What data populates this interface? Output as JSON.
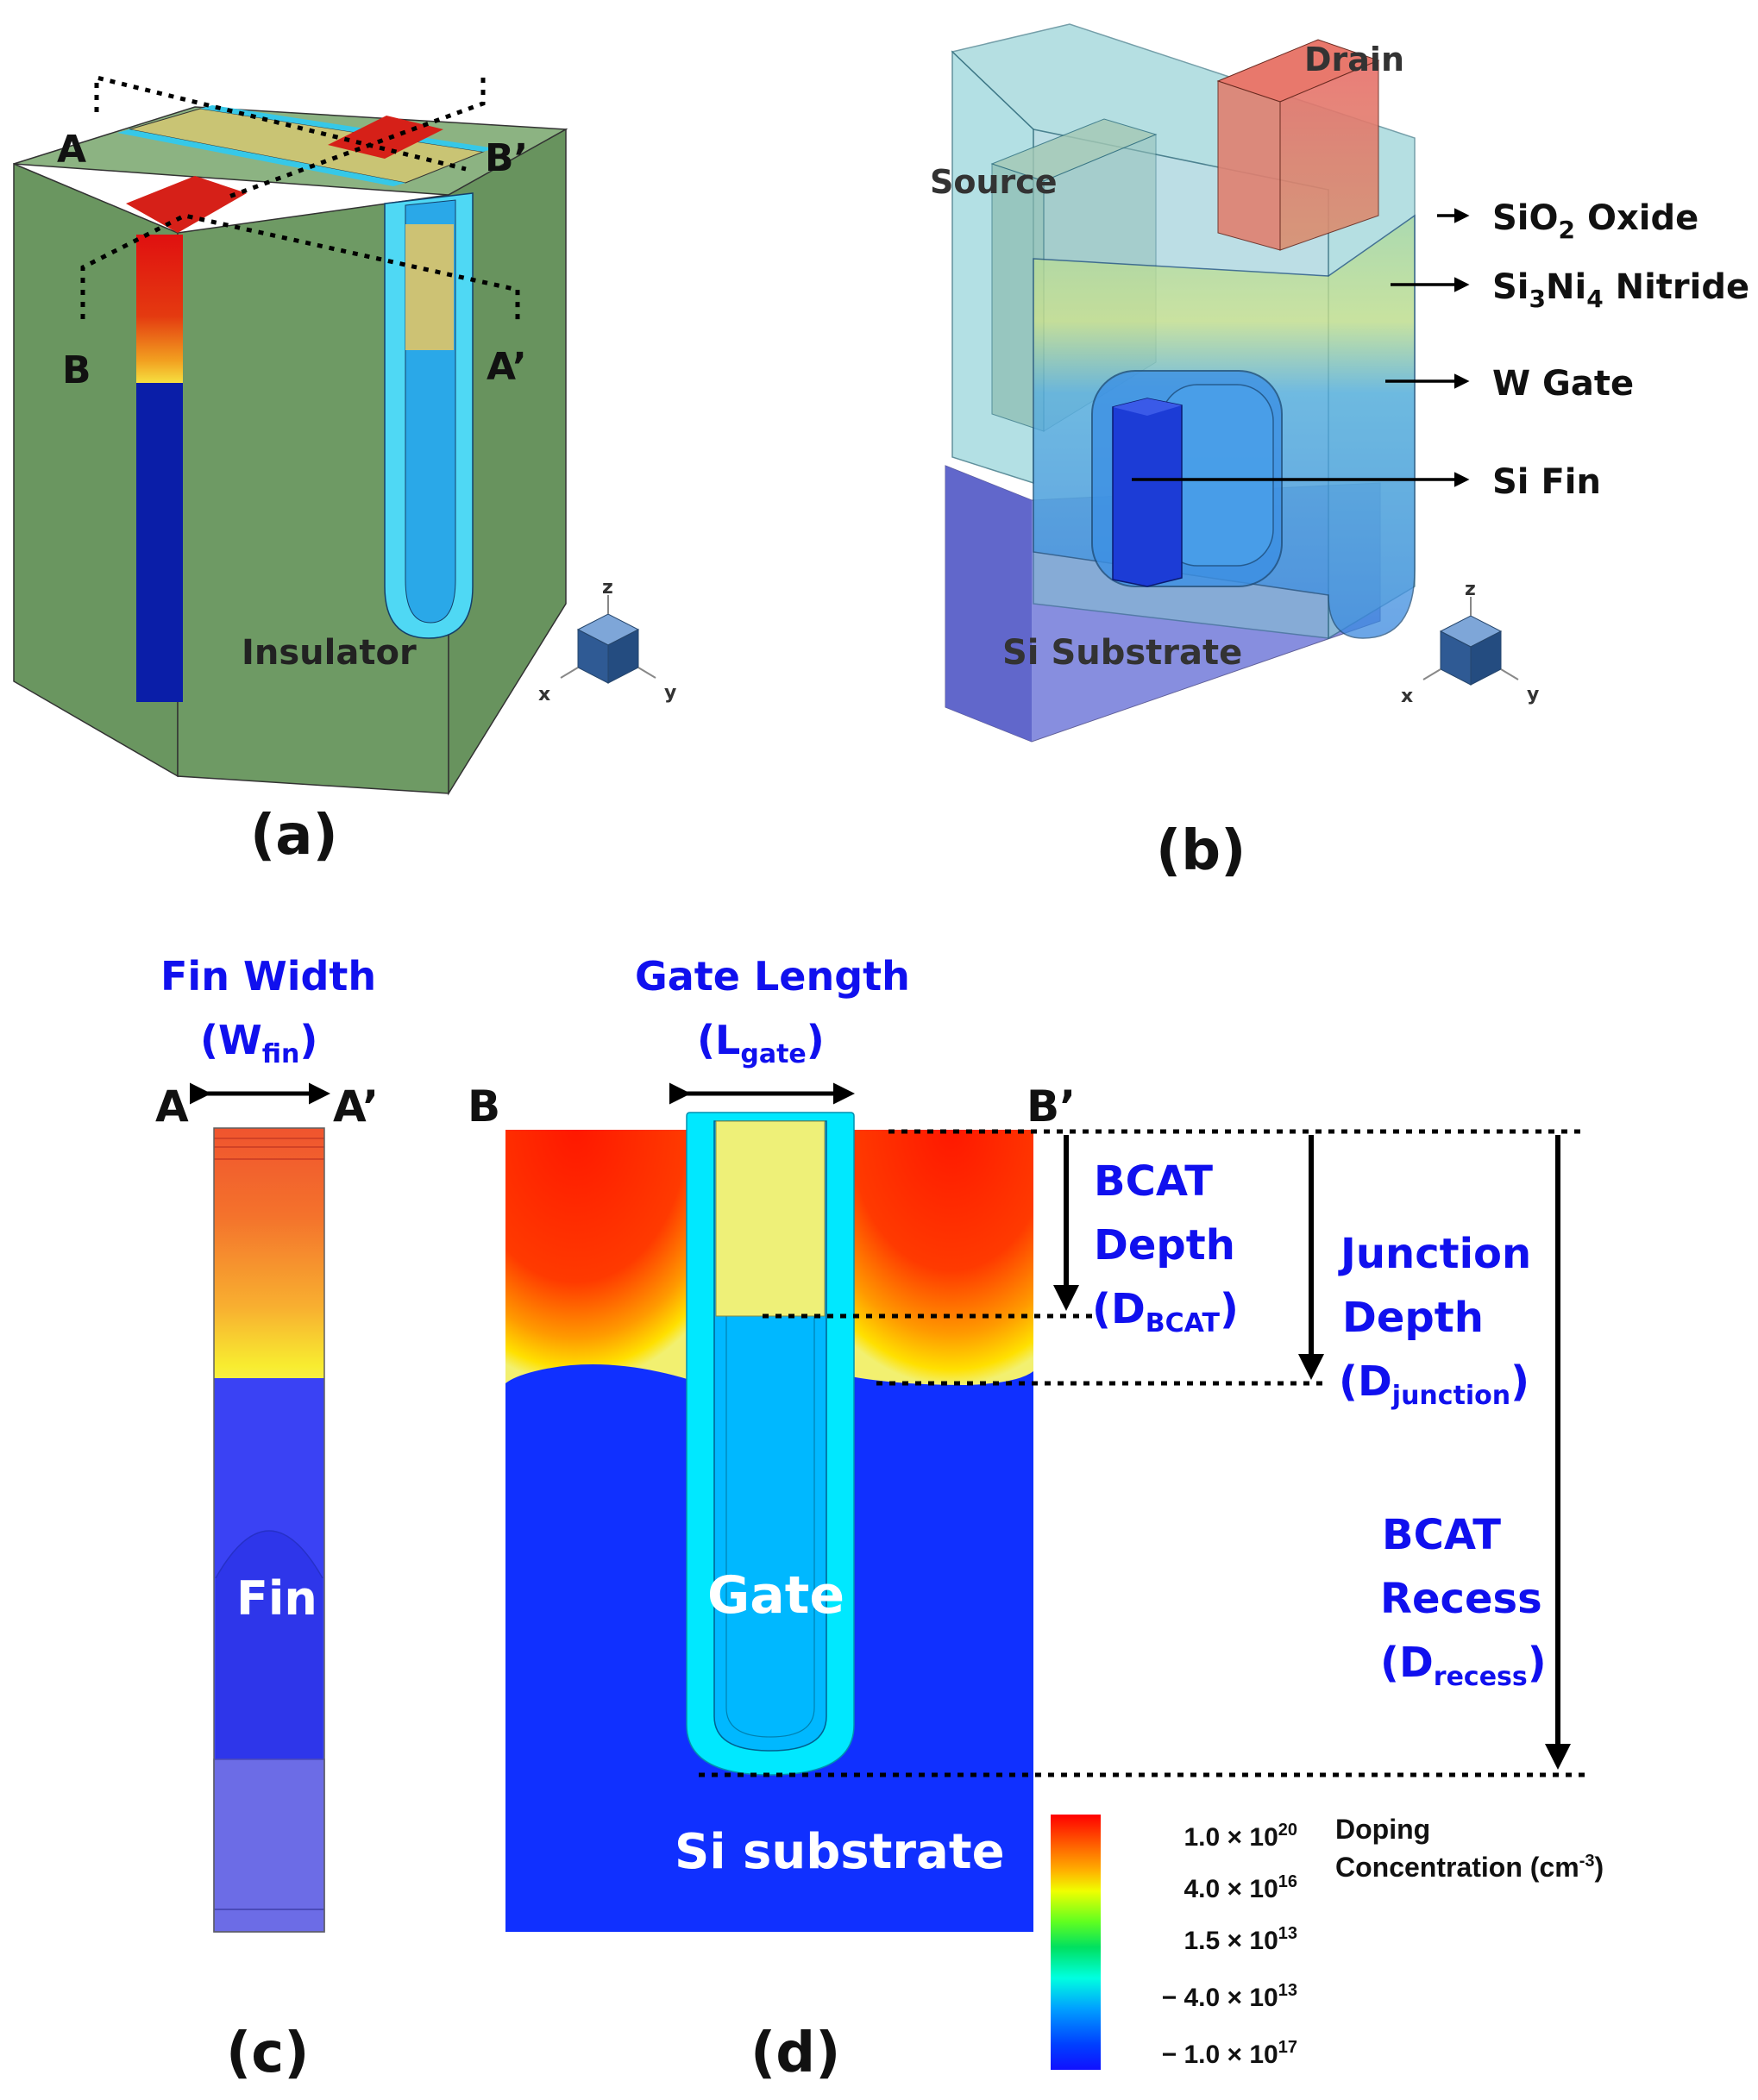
{
  "panel_a": {
    "caption": "(a)",
    "labels": {
      "section_a": "A",
      "section_a_prime": "A’",
      "section_b": "B",
      "section_b_prime": "B’",
      "insulator": "Insulator"
    },
    "axes": {
      "z": "z",
      "x": "x",
      "y": "y"
    }
  },
  "panel_b": {
    "caption": "(b)",
    "labels": {
      "drain": "Drain",
      "source": "Source",
      "substrate": "Si Substrate"
    },
    "callouts": {
      "oxide": {
        "main": "SiO",
        "sub": "2",
        "rest": " Oxide"
      },
      "nitride": {
        "main": "Si",
        "sub1": "3",
        "mid": "Ni",
        "sub2": "4",
        "rest": " Nitride"
      },
      "gate": "W Gate",
      "fin": "Si Fin"
    },
    "axes": {
      "z": "z",
      "x": "x",
      "y": "y"
    }
  },
  "panel_c": {
    "caption": "(c)",
    "title": "Fin Width",
    "symbol": {
      "open": "(W",
      "sub": "fin",
      "close": ")"
    },
    "label_a": "A",
    "label_a_prime": "A’",
    "fin_label": "Fin"
  },
  "panel_d": {
    "caption": "(d)",
    "title": "Gate Length",
    "symbol": {
      "open": "(L",
      "sub": "gate",
      "close": ")"
    },
    "label_b": "B",
    "label_b_prime": "B’",
    "gate_label": "Gate",
    "substrate_label": "Si substrate",
    "dims": {
      "bcat_depth": {
        "line1": "BCAT",
        "line2": "Depth",
        "open": "(D",
        "sub": "BCAT",
        "close": ")"
      },
      "junction_depth": {
        "line1": "Junction",
        "line2": "Depth",
        "open": "(D",
        "sub": "junction",
        "close": ")"
      },
      "bcat_recess": {
        "line1": "BCAT",
        "line2": "Recess",
        "open": "(D",
        "sub": "recess",
        "close": ")"
      }
    }
  },
  "legend": {
    "title_line1": "Doping",
    "title_line2": "Concentration (cm",
    "title_sup": "-3",
    "title_close": ")",
    "ticks": [
      {
        "mant": "1.0",
        "exp": "20"
      },
      {
        "mant": "4.0",
        "exp": "16"
      },
      {
        "mant": "1.5",
        "exp": "13"
      },
      {
        "mant": "− 4.0",
        "exp": "13"
      },
      {
        "mant": "− 1.0",
        "exp": "17"
      }
    ],
    "times": "×",
    "base": "10"
  },
  "colors": {
    "insulator": "#6e9a64",
    "doped_red": "#ff2a00",
    "channel_blue": "#1a3cff",
    "gate_cyan": "#00e5ff",
    "gate_fill": "#00b4ff",
    "annotation_blue": "#1010ee"
  }
}
